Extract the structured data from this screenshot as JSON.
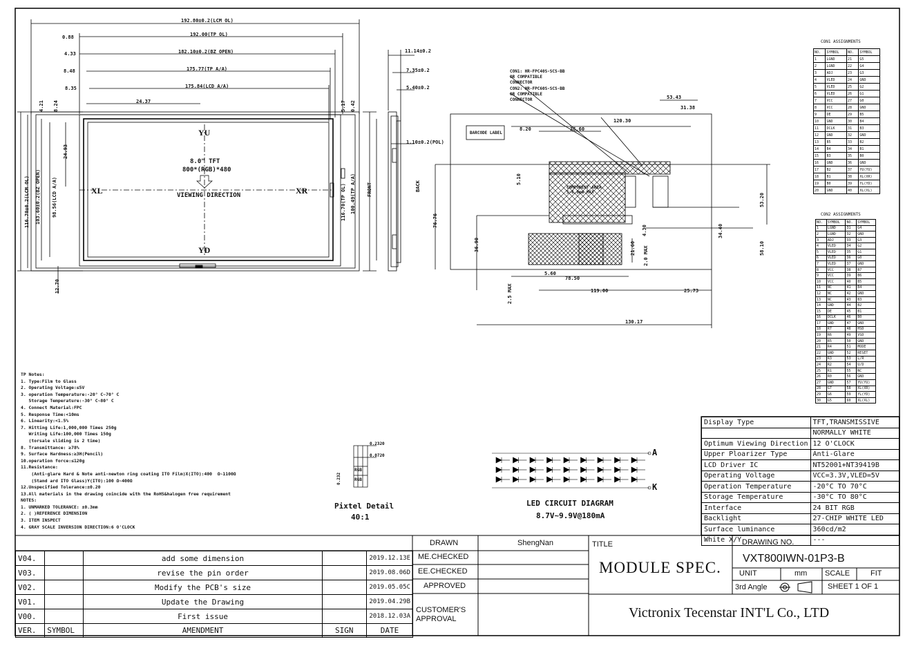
{
  "front_view": {
    "dims_top": [
      "192.80±0.2(LCM OL)",
      "192.00(TP OL)",
      "182.10±0.2(BZ OPEN)",
      "175.77(TP A/A)",
      "175.84(LCD A/A)",
      "24.37"
    ],
    "dims_left": [
      "0.88",
      "4.33",
      "8.48",
      "8.35"
    ],
    "dims_side": [
      "4.21",
      "8.24",
      "5.17",
      "0.42"
    ],
    "dims_vertical": [
      "116.70±0.2(LCM OL)",
      "103.60±0.2(BZ OPEN)",
      "98.56(LCD A/A)",
      "24.93",
      "12.70",
      "116.70(TP OL)",
      "100.49(TP A/A)"
    ],
    "yu": "YU",
    "yd": "YD",
    "xl": "XL",
    "xr": "XR",
    "title_line1": "8.0\" TFT",
    "title_line2": "800*(RGB)*480",
    "viewing": "VIEWING DIRECTION"
  },
  "side_view": {
    "dims": [
      "11.14±0.2",
      "7.35±0.2",
      "5.40±0.2",
      "1.10±0.2(POL)"
    ],
    "front": "FRONT",
    "back": "BACK"
  },
  "back_view": {
    "con1_note": "CON1: HR-FPC40S-SCS-BB OR COMPATIBLE CONNECTOR",
    "con2_note": "CON2: HR-FPC60S-SCS-BB OR COMPATIBLE CONNECTOR",
    "barcode": "BARCODE LABEL",
    "component": "COMPONENT AREA 5~6.8mm MAX",
    "dims": [
      "53.43",
      "31.38",
      "120.30",
      "8.20",
      "36.60",
      "5.10",
      "4.30",
      "2.0 MAX",
      "21.60",
      "76.76",
      "36.90",
      "5.60",
      "78.50",
      "2.5 MAX",
      "119.00",
      "25.73",
      "130.17",
      "53.20",
      "34.40",
      "58.10"
    ]
  },
  "con1": {
    "title": "CON1 ASSIGNMENTS",
    "headers": [
      "NO.",
      "SYMBOL",
      "NO.",
      "SYMBOL"
    ],
    "rows": [
      [
        "1",
        "LGND",
        "21",
        "G5"
      ],
      [
        "2",
        "LGND",
        "22",
        "G4"
      ],
      [
        "3",
        "ADJ",
        "23",
        "G3"
      ],
      [
        "4",
        "VLED",
        "24",
        "GND"
      ],
      [
        "5",
        "VLED",
        "25",
        "G2"
      ],
      [
        "6",
        "VLED",
        "26",
        "G1"
      ],
      [
        "7",
        "VCC",
        "27",
        "G0"
      ],
      [
        "8",
        "VCC",
        "28",
        "GND"
      ],
      [
        "9",
        "DE",
        "29",
        "B5"
      ],
      [
        "10",
        "GND",
        "30",
        "B4"
      ],
      [
        "11",
        "DCLK",
        "31",
        "B3"
      ],
      [
        "12",
        "GND",
        "32",
        "GND"
      ],
      [
        "13",
        "B5",
        "33",
        "B2"
      ],
      [
        "14",
        "B4",
        "34",
        "B1"
      ],
      [
        "15",
        "B3",
        "35",
        "B0"
      ],
      [
        "16",
        "GND",
        "36",
        "GND"
      ],
      [
        "17",
        "B2",
        "37",
        "YU(YU)"
      ],
      [
        "18",
        "B1",
        "38",
        "XL(XR)"
      ],
      [
        "19",
        "B0",
        "39",
        "YL(YD)"
      ],
      [
        "20",
        "GND",
        "40",
        "XL(XL)"
      ]
    ]
  },
  "con2": {
    "title": "CON2 ASSIGNMENTS",
    "headers": [
      "NO.",
      "SYMBOL",
      "NO.",
      "SYMBOL"
    ],
    "rows": [
      [
        "1",
        "LGND",
        "31",
        "G4"
      ],
      [
        "2",
        "LGND",
        "32",
        "GND"
      ],
      [
        "3",
        "ADJ",
        "33",
        "G3"
      ],
      [
        "4",
        "VLED",
        "34",
        "G2"
      ],
      [
        "5",
        "VLED",
        "35",
        "G1"
      ],
      [
        "6",
        "VLED",
        "36",
        "G0"
      ],
      [
        "7",
        "VLED",
        "37",
        "GND"
      ],
      [
        "8",
        "VCC",
        "38",
        "B7"
      ],
      [
        "9",
        "VCC",
        "39",
        "B6"
      ],
      [
        "10",
        "VCC",
        "40",
        "B5"
      ],
      [
        "11",
        "NC",
        "41",
        "B4"
      ],
      [
        "12",
        "NC",
        "42",
        "GND"
      ],
      [
        "13",
        "NC",
        "43",
        "B3"
      ],
      [
        "14",
        "GND",
        "44",
        "B2"
      ],
      [
        "15",
        "DE",
        "45",
        "B1"
      ],
      [
        "16",
        "DCLK",
        "46",
        "B0"
      ],
      [
        "17",
        "GND",
        "47",
        "GND"
      ],
      [
        "18",
        "R7",
        "48",
        "HSD"
      ],
      [
        "19",
        "R6",
        "49",
        "VSD"
      ],
      [
        "20",
        "R5",
        "50",
        "GND"
      ],
      [
        "21",
        "R4",
        "51",
        "MODE"
      ],
      [
        "22",
        "GND",
        "52",
        "RESET"
      ],
      [
        "23",
        "R3",
        "53",
        "L/R"
      ],
      [
        "24",
        "R2",
        "54",
        "U/D"
      ],
      [
        "25",
        "R1",
        "55",
        "NC"
      ],
      [
        "26",
        "R0",
        "56",
        "GND"
      ],
      [
        "27",
        "GND",
        "57",
        "YU(YU)"
      ],
      [
        "28",
        "G7",
        "58",
        "XL(XR)"
      ],
      [
        "29",
        "G6",
        "59",
        "YL(YD)"
      ],
      [
        "30",
        "G5",
        "60",
        "XL(XL)"
      ]
    ]
  },
  "tp_notes": [
    "TP Notes:",
    "1. Type:Film to Glass",
    "2. Operating Voltage:≤5V",
    "3. operation Temperature:-20° C~70° C",
    "   Storage Temperature:-30° C~80° C",
    "4. Connect Material:FPC",
    "5. Response Time:<10ms",
    "6. Linearity:<1.5%",
    "7. Hitting Life:1,000,000 Times 250g",
    "   Writing Life:100,000 Times 150g",
    "   (torsale sliding is 2 time)",
    "8. Transmittance: ≥78%",
    "9. Surface Hardness:≥3H(Pencil)",
    "10.operation force:≤120g",
    "11.Resistance:",
    "    (Anti-glare Hard & Note anti-newton ring coating ITO Film)X(ITO):400  Ω~1100Ω",
    "    (Stand ard ITO Glass)Y(ITO):100 Ω~400Ω",
    "12.Unspecified Tolerance:±0.20",
    "13.All materials in the drawing coincide with the RoHS&halogen free requirement",
    "NOTES:",
    "1. UNMARKED TOLERANCE: ±0.3mm",
    "2. ( )REFERENCE DIMENSION",
    "3. ITEM INSPECT",
    "4. GRAY SCALE INVERSION DIRECTION:6 O'CLOCK"
  ],
  "pixel_detail": {
    "title": "Pixtel Detail",
    "scale": "40:1",
    "dim1": "0.2320",
    "dim2": "0.0720",
    "dim3": "0.232",
    "cell": "RGB"
  },
  "led": {
    "title": "LED CIRCUIT DIAGRAM",
    "subtitle": "8.7V~9.9V@180mA",
    "anode": "A",
    "cathode": "K"
  },
  "spec": [
    [
      "Display Type",
      "TFT,TRANSMISSIVE"
    ],
    [
      "",
      "NORMALLY WHITE"
    ],
    [
      "Optimum Viewing Direction",
      "12 O'CLOCK"
    ],
    [
      "Upper Ploarizer Type",
      "Anti-Glare"
    ],
    [
      "LCD Driver IC",
      "NT52001+NT39419B"
    ],
    [
      "Operating Voltage",
      "VCC=3.3V,VLED=5V"
    ],
    [
      "Operation Temperature",
      "-20°C TO 70°C"
    ],
    [
      "Storage Temperature",
      "-30°C TO 80°C"
    ],
    [
      "Interface",
      "24 BIT RGB"
    ],
    [
      "Backlight",
      "27-CHIP WHITE LED"
    ],
    [
      "Surface luminance",
      "360cd/m2"
    ],
    [
      "White X/Y",
      "---"
    ]
  ],
  "revisions": [
    [
      "V04.",
      "",
      "add some dimension",
      "",
      "2019.12.13E"
    ],
    [
      "V03.",
      "",
      "revise the pin order",
      "",
      "2019.08.06D"
    ],
    [
      "V02.",
      "",
      "Modify the PCB's size",
      "",
      "2019.05.05C"
    ],
    [
      "V01.",
      "",
      "Update the Drawing",
      "",
      "2019.04.29B"
    ],
    [
      "V00.",
      "",
      "First issue",
      "",
      "2018.12.03A"
    ]
  ],
  "rev_headers": [
    "VER.",
    "SYMBOL",
    "AMENDMENT",
    "SIGN",
    "DATE"
  ],
  "approval": {
    "drawn_label": "DRAWN",
    "drawn_value": "ShengNan",
    "me_checked": "ME.CHECKED",
    "ee_checked": "EE.CHECKED",
    "approved": "APPROVED",
    "customer": "CUSTOMER'S APPROVAL"
  },
  "title_block": {
    "title_label": "TITLE",
    "title": "MODULE SPEC.",
    "drawing_no_label": "DRAWING NO.",
    "drawing_no": "VXT800IWN-01P3-B",
    "unit_label": "UNIT",
    "unit": "mm",
    "scale_label": "SCALE",
    "scale": "FIT",
    "angle": "3rd Angle",
    "sheet": "SHEET 1 OF 1",
    "company": "Victronix Tecenstar INT'L Co., LTD"
  }
}
